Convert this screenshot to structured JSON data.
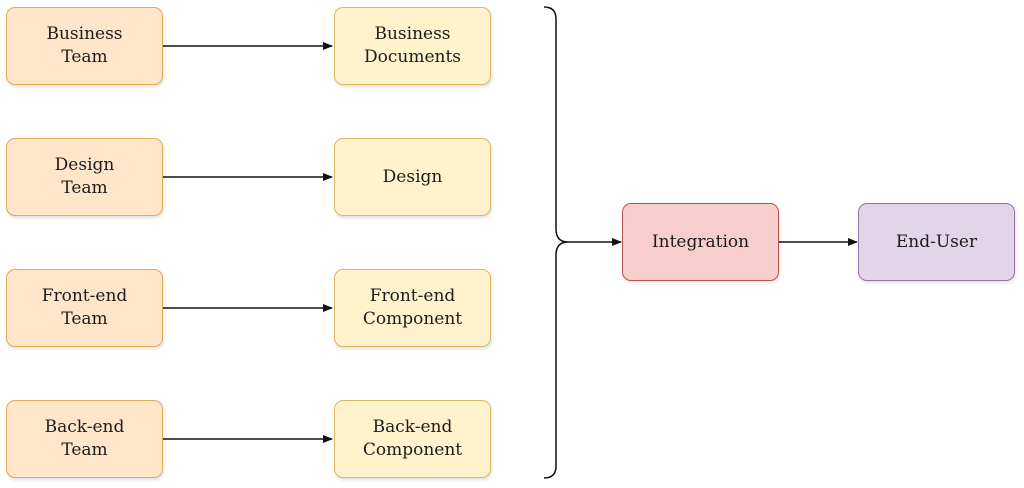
{
  "teams": [
    {
      "label": "Business\nTeam"
    },
    {
      "label": "Design\nTeam"
    },
    {
      "label": "Front-end\nTeam"
    },
    {
      "label": "Back-end\nTeam"
    }
  ],
  "outputs": [
    {
      "label": "Business\nDocuments"
    },
    {
      "label": "Design"
    },
    {
      "label": "Front-end\nComponent"
    },
    {
      "label": "Back-end\nComponent"
    }
  ],
  "integration": {
    "label": "Integration"
  },
  "end_user": {
    "label": "End-User"
  },
  "colors": {
    "team_fill": "#ffe5c9",
    "team_border": "#e0ad52",
    "output_fill": "#fff2cc",
    "output_border": "#dcb95e",
    "integration_fill": "#f8cecc",
    "integration_border": "#b85450",
    "end_user_fill": "#e1d5e7",
    "end_user_border": "#9673a6",
    "connector": "#111111"
  }
}
